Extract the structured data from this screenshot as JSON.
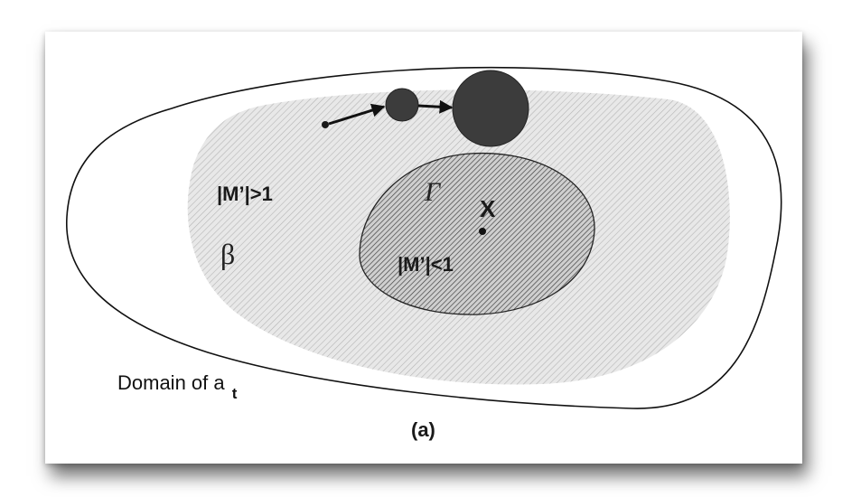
{
  "labels": {
    "outer_region": "|M’|>1",
    "inner_region": "|M’|<1",
    "gamma": "Γ",
    "beta": "β",
    "point_x": "X",
    "domain_prefix": "Domain of a",
    "domain_subscript": "t",
    "caption": "(a)"
  },
  "colors": {
    "beta_fill": "#e6e6e6",
    "beta_hatch": "#b8b8b8",
    "gamma_fill": "#c8c8c8",
    "gamma_hatch": "#444444",
    "circle_fill": "#3c3c3c",
    "outline": "#111111"
  }
}
